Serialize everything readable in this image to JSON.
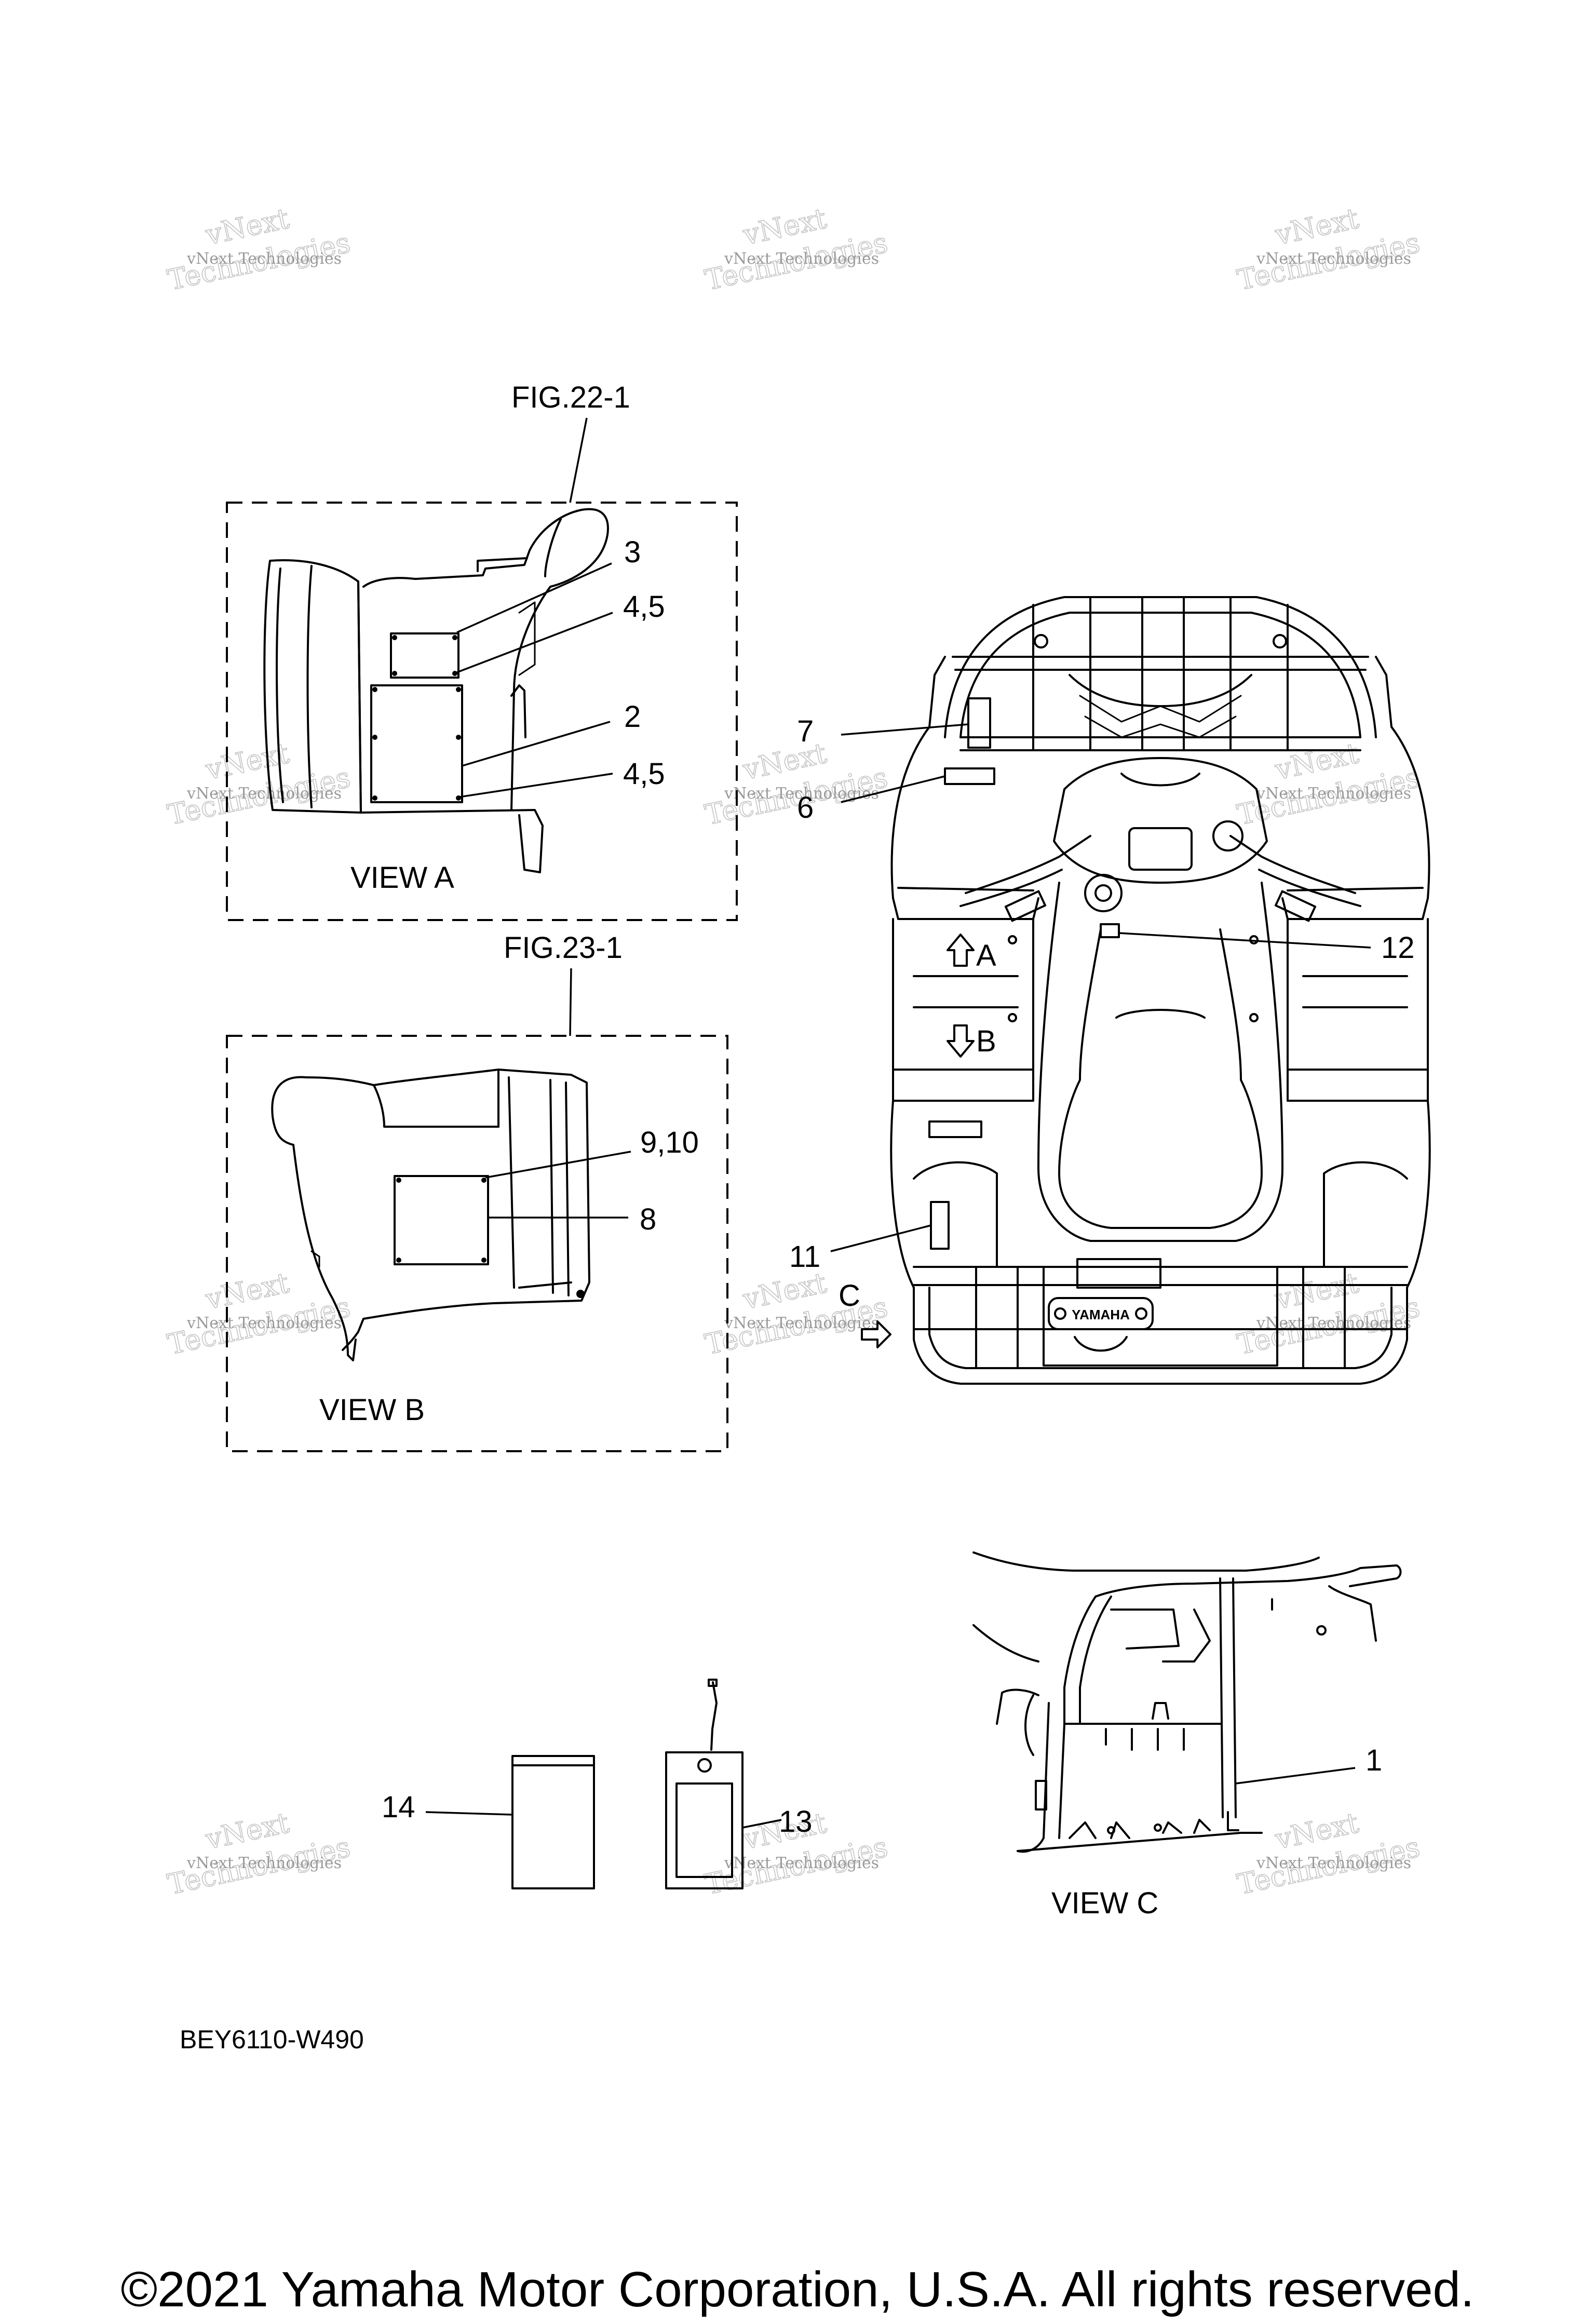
{
  "figure_refs": {
    "fig_top": "FIG.22-1",
    "fig_middle": "FIG.23-1"
  },
  "views": {
    "a": "VIEW A",
    "b": "VIEW B",
    "c": "VIEW C"
  },
  "direction_marks": {
    "a": "A",
    "b": "B",
    "c": "C"
  },
  "callouts": {
    "n1": "1",
    "n2": "2",
    "n3": "3",
    "n45_top": "4,5",
    "n45_bottom": "4,5",
    "n6": "6",
    "n7": "7",
    "n8": "8",
    "n910": "9,10",
    "n11": "11",
    "n12": "12",
    "n13": "13",
    "n14": "14"
  },
  "brand_mark": "YAMAHA",
  "diagram_code": "BEY6110-W490",
  "watermark": {
    "line1": "vNext Technologies",
    "line2a": "vNext",
    "line2b": "Technologies"
  },
  "copyright": "©2021 Yamaha Motor Corporation, U.S.A. All rights reserved."
}
